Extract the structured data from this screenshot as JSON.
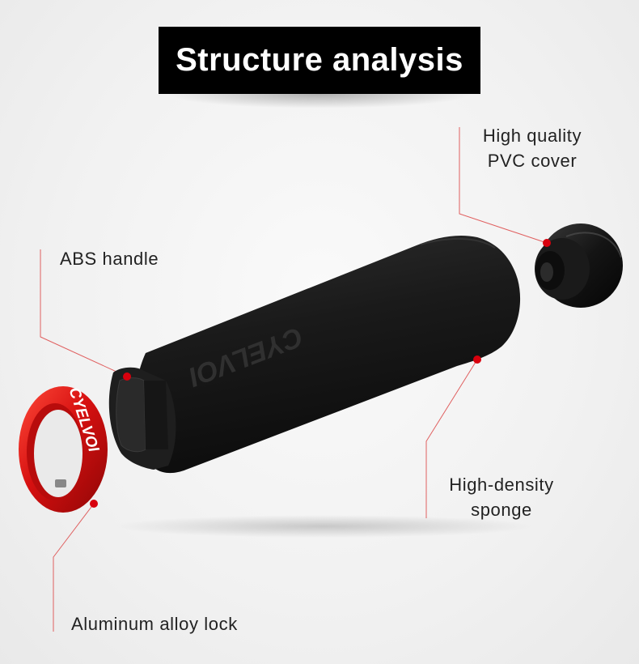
{
  "title": "Structure analysis",
  "labels": {
    "pvc_cover": [
      "High quality",
      "PVC cover"
    ],
    "abs_handle": "ABS handle",
    "sponge": [
      "High-density",
      "sponge"
    ],
    "lock": "Aluminum alloy lock"
  },
  "brand_mark": "CYELVOI",
  "colors": {
    "background": "#f1f1f1",
    "title_bg": "#000000",
    "title_text": "#ffffff",
    "leader_line": "#e06060",
    "marker_dot": "#d8000d",
    "sponge": "#1c1c1c",
    "lock": "#d81414"
  }
}
